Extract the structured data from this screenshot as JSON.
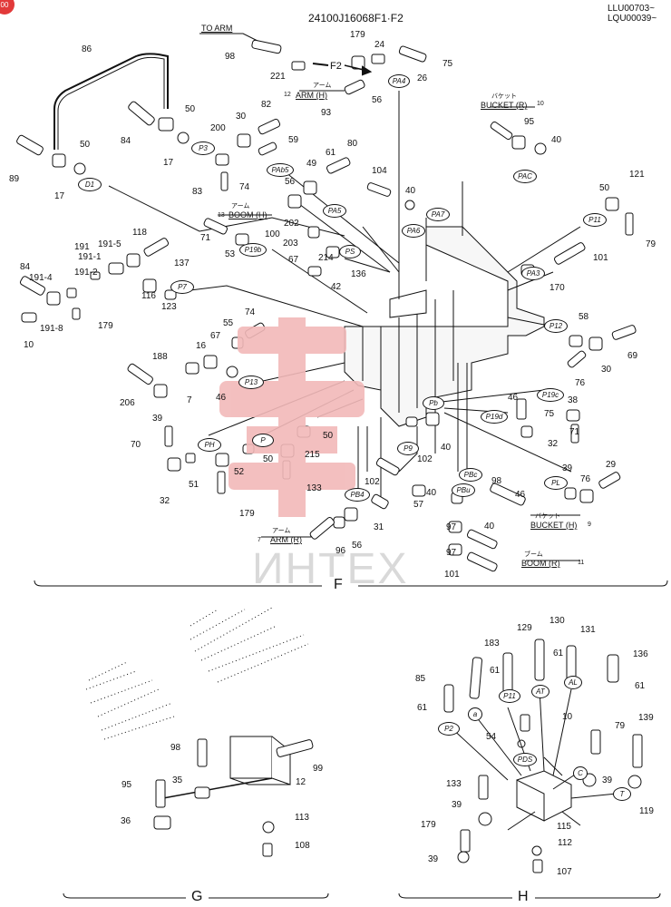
{
  "header": {
    "part_code": "24100J16068F1·F2",
    "serial_1": "LLU00703~",
    "serial_2": "LQU00039~",
    "badge": "00"
  },
  "watermark": {
    "text": "ИНТЕХ"
  },
  "sections": {
    "f": "F",
    "g": "G",
    "h": "H"
  },
  "notes": {
    "to_arm": "TO ARM",
    "arm_h": "ARM (H)",
    "arm_h_num": "12",
    "arm_jp": "アーム",
    "boom_h": "BOOM (H)",
    "boom_h_num": "13",
    "bucket_r": "BUCKET (R)",
    "bucket_r_num": "10",
    "bucket_jp": "バケット",
    "bucket_h": "BUCKET (H)",
    "bucket_h_num": "9",
    "arm_r": "ARM (R)",
    "arm_r_num": "7",
    "boom_r": "BOOM (R)",
    "boom_r_num": "11",
    "boom_jp": "ブーム",
    "f2": "F2"
  },
  "ports_f": [
    "PA4",
    "PAb5",
    "PA5",
    "PA6",
    "PA7",
    "PAC",
    "P11",
    "PA3",
    "P12",
    "P19b",
    "PS",
    "P7",
    "D1",
    "P3",
    "P13",
    "P19c",
    "P19d",
    "Pb",
    "PH",
    "P",
    "P9",
    "PBc",
    "PB4",
    "PBu",
    "PL"
  ],
  "ports_h": [
    "P2",
    "a",
    "P11",
    "AT",
    "AL",
    "PDS",
    "T",
    "C"
  ],
  "labels_f": [
    "98",
    "221",
    "179",
    "24",
    "75",
    "26",
    "93",
    "56",
    "86",
    "84",
    "50",
    "17",
    "89",
    "17",
    "50",
    "200",
    "30",
    "82",
    "59",
    "83",
    "74",
    "49",
    "56",
    "61",
    "80",
    "104",
    "95",
    "40",
    "50",
    "121",
    "79",
    "100",
    "71",
    "53",
    "202",
    "203",
    "214",
    "67",
    "42",
    "136",
    "40",
    "191",
    "191-1",
    "191-5",
    "118",
    "137",
    "84",
    "191-4",
    "191-2",
    "116",
    "123",
    "179",
    "191-8",
    "10",
    "101",
    "170",
    "58",
    "69",
    "30",
    "76",
    "67",
    "55",
    "74",
    "16",
    "188",
    "46",
    "7",
    "206",
    "39",
    "38",
    "75",
    "71",
    "32",
    "46",
    "70",
    "32",
    "51",
    "52",
    "50",
    "215",
    "50",
    "133",
    "179",
    "102",
    "102",
    "40",
    "57",
    "40",
    "98",
    "46",
    "39",
    "76",
    "29",
    "97",
    "40",
    "97",
    "101",
    "31",
    "56",
    "96"
  ],
  "labels_g": [
    "98",
    "35",
    "99",
    "12",
    "95",
    "36",
    "113",
    "108"
  ],
  "labels_h": [
    "183",
    "129",
    "130",
    "131",
    "136",
    "85",
    "61",
    "61",
    "61",
    "61",
    "10",
    "54",
    "79",
    "139",
    "133",
    "39",
    "39",
    "115",
    "119",
    "179",
    "112",
    "39",
    "107"
  ]
}
